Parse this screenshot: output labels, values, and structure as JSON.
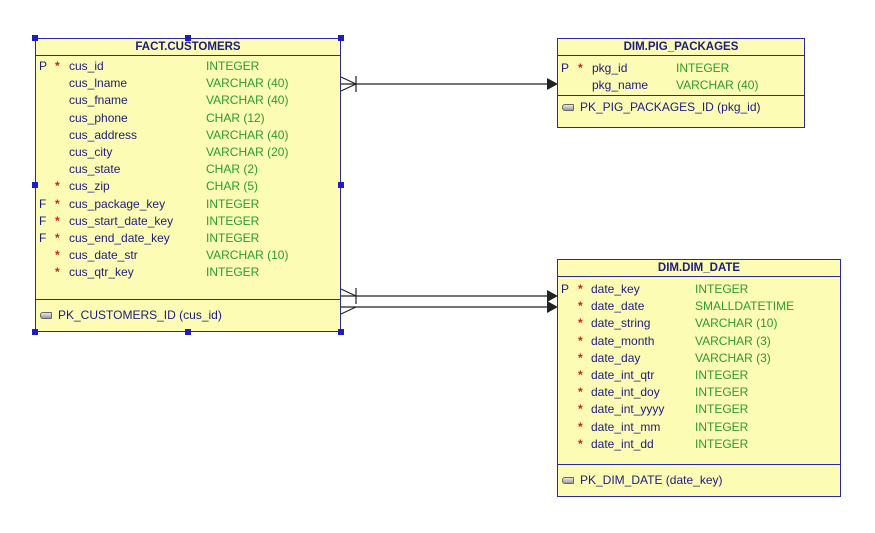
{
  "entities": {
    "customers": {
      "title": "FACT.CUSTOMERS",
      "columns": [
        {
          "flag": "P",
          "required": "*",
          "name": "cus_id",
          "type": "INTEGER"
        },
        {
          "flag": "",
          "required": "",
          "name": "cus_lname",
          "type": "VARCHAR (40)"
        },
        {
          "flag": "",
          "required": "",
          "name": "cus_fname",
          "type": "VARCHAR (40)"
        },
        {
          "flag": "",
          "required": "",
          "name": "cus_phone",
          "type": "CHAR (12)"
        },
        {
          "flag": "",
          "required": "",
          "name": "cus_address",
          "type": "VARCHAR (40)"
        },
        {
          "flag": "",
          "required": "",
          "name": "cus_city",
          "type": "VARCHAR (20)"
        },
        {
          "flag": "",
          "required": "",
          "name": "cus_state",
          "type": "CHAR (2)"
        },
        {
          "flag": "",
          "required": "*",
          "name": "cus_zip",
          "type": "CHAR (5)"
        },
        {
          "flag": "F",
          "required": "*",
          "name": "cus_package_key",
          "type": "INTEGER"
        },
        {
          "flag": "F",
          "required": "*",
          "name": "cus_start_date_key",
          "type": "INTEGER"
        },
        {
          "flag": "F",
          "required": "*",
          "name": "cus_end_date_key",
          "type": "INTEGER"
        },
        {
          "flag": "",
          "required": "*",
          "name": "cus_date_str",
          "type": "VARCHAR (10)"
        },
        {
          "flag": "",
          "required": "*",
          "name": "cus_qtr_key",
          "type": "INTEGER"
        }
      ],
      "keys": [
        "PK_CUSTOMERS_ID (cus_id)"
      ]
    },
    "packages": {
      "title": "DIM.PIG_PACKAGES",
      "columns": [
        {
          "flag": "P",
          "required": "*",
          "name": "pkg_id",
          "type": "INTEGER"
        },
        {
          "flag": "",
          "required": "",
          "name": "pkg_name",
          "type": "VARCHAR (40)"
        }
      ],
      "keys": [
        "PK_PIG_PACKAGES_ID (pkg_id)"
      ]
    },
    "date": {
      "title": "DIM.DIM_DATE",
      "columns": [
        {
          "flag": "P",
          "required": "*",
          "name": "date_key",
          "type": "INTEGER"
        },
        {
          "flag": "",
          "required": "*",
          "name": "date_date",
          "type": "SMALLDATETIME"
        },
        {
          "flag": "",
          "required": "*",
          "name": "date_string",
          "type": "VARCHAR (10)"
        },
        {
          "flag": "",
          "required": "*",
          "name": "date_month",
          "type": "VARCHAR (3)"
        },
        {
          "flag": "",
          "required": "*",
          "name": "date_day",
          "type": "VARCHAR (3)"
        },
        {
          "flag": "",
          "required": "*",
          "name": "date_int_qtr",
          "type": "INTEGER"
        },
        {
          "flag": "",
          "required": "*",
          "name": "date_int_doy",
          "type": "INTEGER"
        },
        {
          "flag": "",
          "required": "*",
          "name": "date_int_yyyy",
          "type": "INTEGER"
        },
        {
          "flag": "",
          "required": "*",
          "name": "date_int_mm",
          "type": "INTEGER"
        },
        {
          "flag": "",
          "required": "*",
          "name": "date_int_dd",
          "type": "INTEGER"
        }
      ],
      "keys": [
        "PK_DIM_DATE (date_key)"
      ]
    }
  },
  "colors": {
    "entity_fill": "#fcfcb4",
    "entity_border": "#2a2a9e",
    "column_name": "#1c1c80",
    "column_type": "#2c9b2c",
    "required_marker": "#cc2222",
    "selection_handle": "#1d1dc8",
    "relationship_line": "#222222"
  }
}
